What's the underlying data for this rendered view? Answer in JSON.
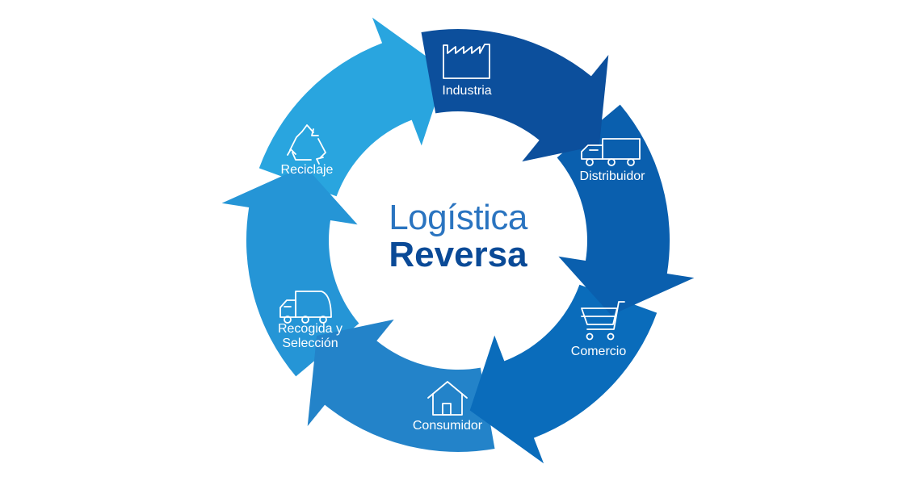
{
  "title": {
    "line1": "Logística",
    "line2": "Reversa"
  },
  "stages": [
    {
      "id": "industria",
      "label": "Industria",
      "icon": "factory-icon",
      "color": "#0c4f9c"
    },
    {
      "id": "distribuidor",
      "label": "Distribuidor",
      "icon": "delivery-truck-icon",
      "color": "#0a5fae"
    },
    {
      "id": "comercio",
      "label": "Comercio",
      "icon": "shopping-cart-icon",
      "color": "#0a6cbb"
    },
    {
      "id": "consumidor",
      "label": "Consumidor",
      "icon": "house-icon",
      "color": "#2383c9"
    },
    {
      "id": "recogida",
      "label_line1": "Recogida y",
      "label_line2": "Selección",
      "icon": "garbage-truck-icon",
      "color": "#2595d6"
    },
    {
      "id": "reciclaje",
      "label": "Reciclaje",
      "icon": "recycle-icon",
      "color": "#29a5df"
    }
  ],
  "colors": {
    "title_light": "#2a74c0",
    "title_bold": "#0a4a97",
    "background": "#ffffff"
  }
}
